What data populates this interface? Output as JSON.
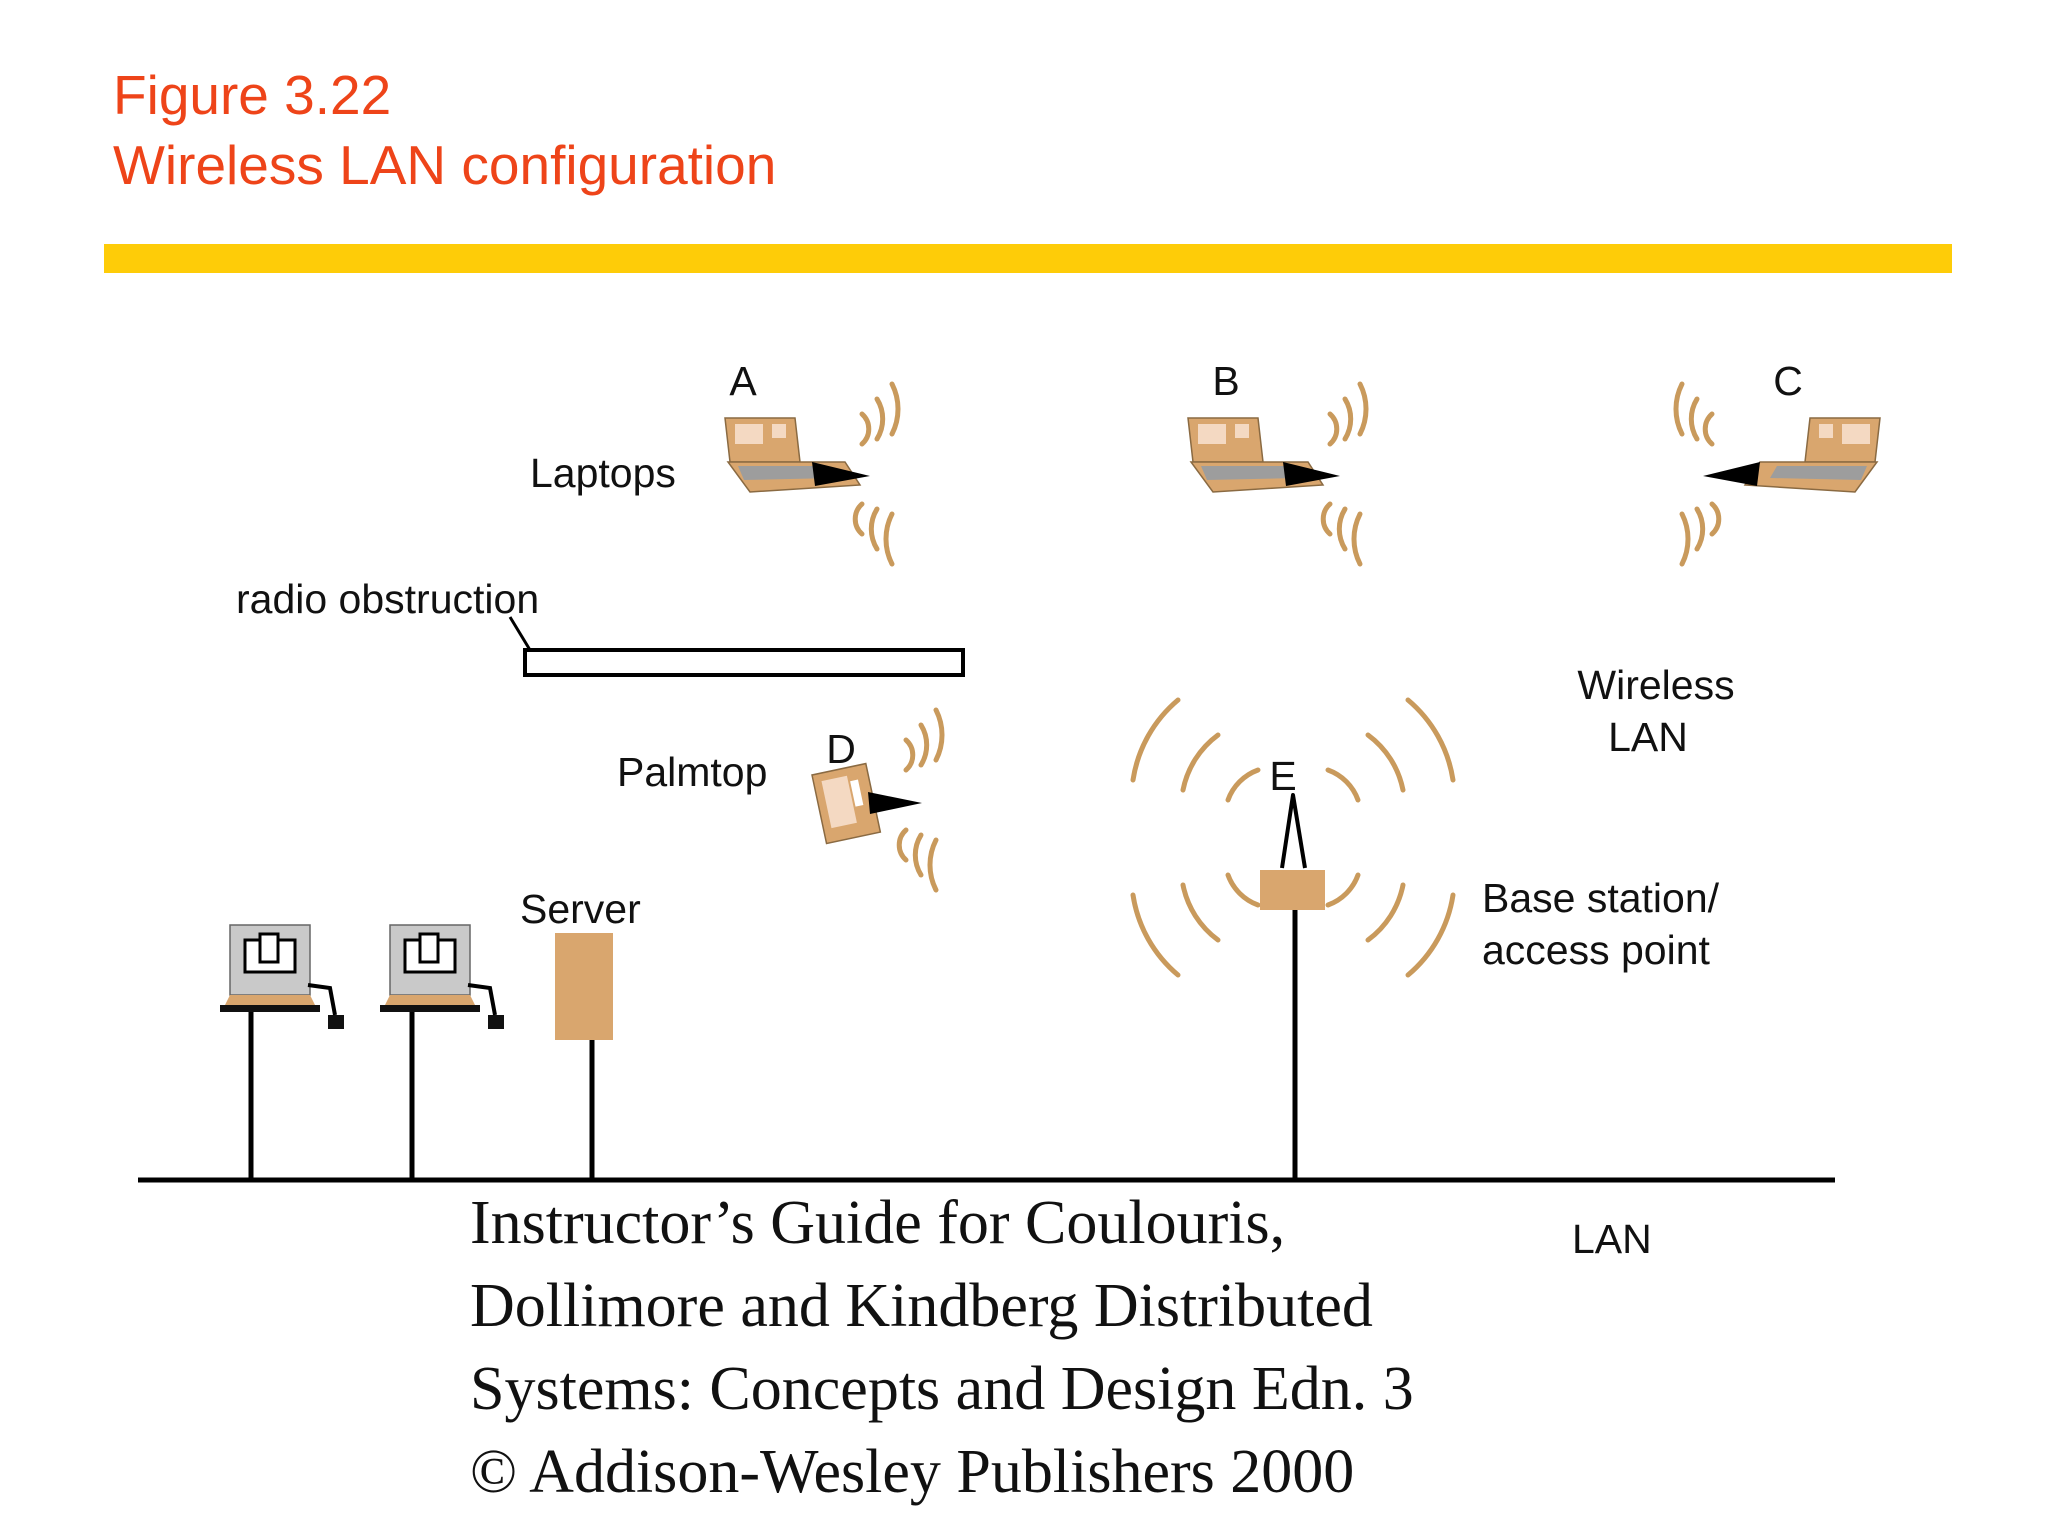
{
  "figure": {
    "number": "Figure 3.22",
    "title": "Wireless LAN configuration"
  },
  "labels": {
    "node_a": "A",
    "node_b": "B",
    "node_c": "C",
    "node_d": "D",
    "node_e": "E",
    "laptops": "Laptops",
    "radio_obstruction": "radio obstruction",
    "wireless": "Wireless",
    "lan_word": "LAN",
    "palmtop": "Palmtop",
    "server": "Server",
    "base_station_1": "Base station/",
    "base_station_2": "access point",
    "lan": "LAN"
  },
  "credit": {
    "line1": "Instructor’s Guide for  Coulouris,",
    "line2": "Dollimore and Kindberg   Distributed",
    "line3": "Systems: Concepts and Design   Edn. 3",
    "line4": "©  Addison-Wesley Publishers 2000"
  },
  "colors": {
    "title": "#ee4419",
    "rule": "#fecc08",
    "device": "#d9a66e",
    "screen": "#f4d9c2",
    "keyboard": "#9d9d9d",
    "monitor": "#c9c9c9",
    "wave": "#c99a5c",
    "line": "#000000"
  },
  "icons": {
    "laptop": "laptop-icon",
    "palmtop": "palmtop-icon",
    "server": "server-icon",
    "workstation": "workstation-icon",
    "base_station": "base-station-icon",
    "antenna": "antenna-icon",
    "radio_waves": "radio-waves-icon"
  }
}
